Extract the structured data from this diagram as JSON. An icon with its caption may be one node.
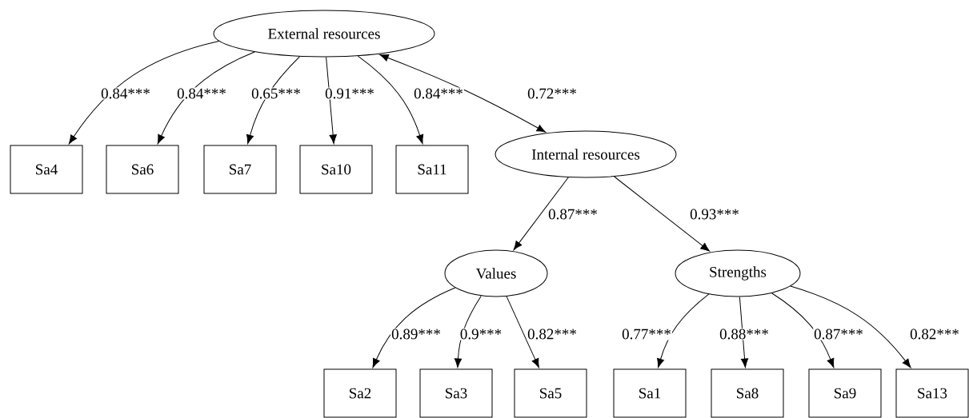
{
  "diagram": {
    "nodes": [
      {
        "text": [
          "External resources"
        ]
      },
      {
        "text": [
          "Sa4"
        ]
      },
      {
        "text": [
          "Sa6"
        ]
      },
      {
        "text": [
          "Sa7"
        ]
      },
      {
        "text": [
          "Sa10"
        ]
      },
      {
        "text": [
          "Sa11"
        ]
      },
      {
        "text": [
          "Internal resources"
        ]
      },
      {
        "text": [
          "Values"
        ]
      },
      {
        "text": [
          "Strengths"
        ]
      },
      {
        "text": [
          "Sa2"
        ]
      },
      {
        "text": [
          "Sa3"
        ]
      },
      {
        "text": [
          "Sa5"
        ]
      },
      {
        "text": [
          "Sa1"
        ]
      },
      {
        "text": [
          "Sa8"
        ]
      },
      {
        "text": [
          "Sa9"
        ]
      },
      {
        "text": [
          "Sa13"
        ]
      }
    ],
    "edges": [
      {
        "from": 0,
        "to": 1,
        "arrow": "to",
        "label": "0.84***"
      },
      {
        "from": 0,
        "to": 2,
        "arrow": "to",
        "label": "0.84***"
      },
      {
        "from": 0,
        "to": 3,
        "arrow": "to",
        "label": "0.65***"
      },
      {
        "from": 0,
        "to": 4,
        "arrow": "to",
        "label": "0.91***"
      },
      {
        "from": 0,
        "to": 5,
        "arrow": "to",
        "label": "0.84***"
      },
      {
        "from": 0,
        "to": 6,
        "arrow": "both",
        "label": "0.72***"
      },
      {
        "from": 6,
        "to": 7,
        "arrow": "to",
        "label": "0.87***"
      },
      {
        "from": 6,
        "to": 8,
        "arrow": "to",
        "label": "0.93***"
      },
      {
        "from": 7,
        "to": 9,
        "arrow": "to",
        "label": "0.89***"
      },
      {
        "from": 7,
        "to": 10,
        "arrow": "to",
        "label": "0.9***"
      },
      {
        "from": 7,
        "to": 11,
        "arrow": "to",
        "label": "0.82***"
      },
      {
        "from": 8,
        "to": 12,
        "arrow": "to",
        "label": "0.77***"
      },
      {
        "from": 8,
        "to": 13,
        "arrow": "to",
        "label": "0.88***"
      },
      {
        "from": 8,
        "to": 14,
        "arrow": "to",
        "label": "0.87***"
      },
      {
        "from": 8,
        "to": 15,
        "arrow": "to",
        "label": "0.82***"
      }
    ]
  }
}
